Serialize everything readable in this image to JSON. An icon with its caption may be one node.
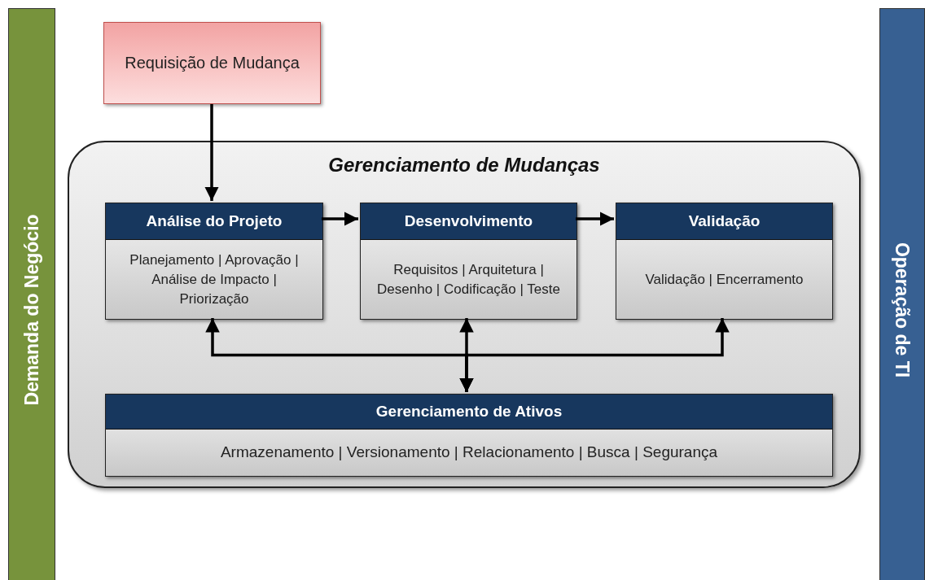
{
  "diagram": {
    "nodes": [
      {
        "text": [
          "Demanda do Negócio"
        ]
      },
      {
        "text": [
          "Requisição de Mudança"
        ]
      },
      {
        "text": [
          "Gerenciamento de Mudanças"
        ]
      },
      {
        "text": [
          "Análise do Projeto",
          "Planejamento | Aprovação | Análise de Impacto | Priorização"
        ],
        "in": 2
      },
      {
        "text": [
          "Desenvolvimento",
          "Requisitos | Arquitetura | Desenho | Codificação | Teste"
        ],
        "in": 2
      },
      {
        "text": [
          "Validação",
          "Validação | Encerramento"
        ],
        "in": 2
      },
      {
        "text": [
          "Gerenciamento de Ativos",
          "Armazenamento | Versionamento | Relacionamento | Busca | Segurança"
        ],
        "in": 2
      },
      {
        "text": [
          "Operação de TI"
        ]
      }
    ],
    "edges": [
      {
        "from": 1,
        "to": 3,
        "arrow": "to"
      },
      {
        "from": 3,
        "to": 4,
        "arrow": "to"
      },
      {
        "from": 4,
        "to": 5,
        "arrow": "to"
      },
      {
        "from": 6,
        "to": 3,
        "arrow": "both"
      },
      {
        "from": 6,
        "to": 4,
        "arrow": "both"
      },
      {
        "from": 6,
        "to": 5,
        "arrow": "both"
      }
    ]
  }
}
